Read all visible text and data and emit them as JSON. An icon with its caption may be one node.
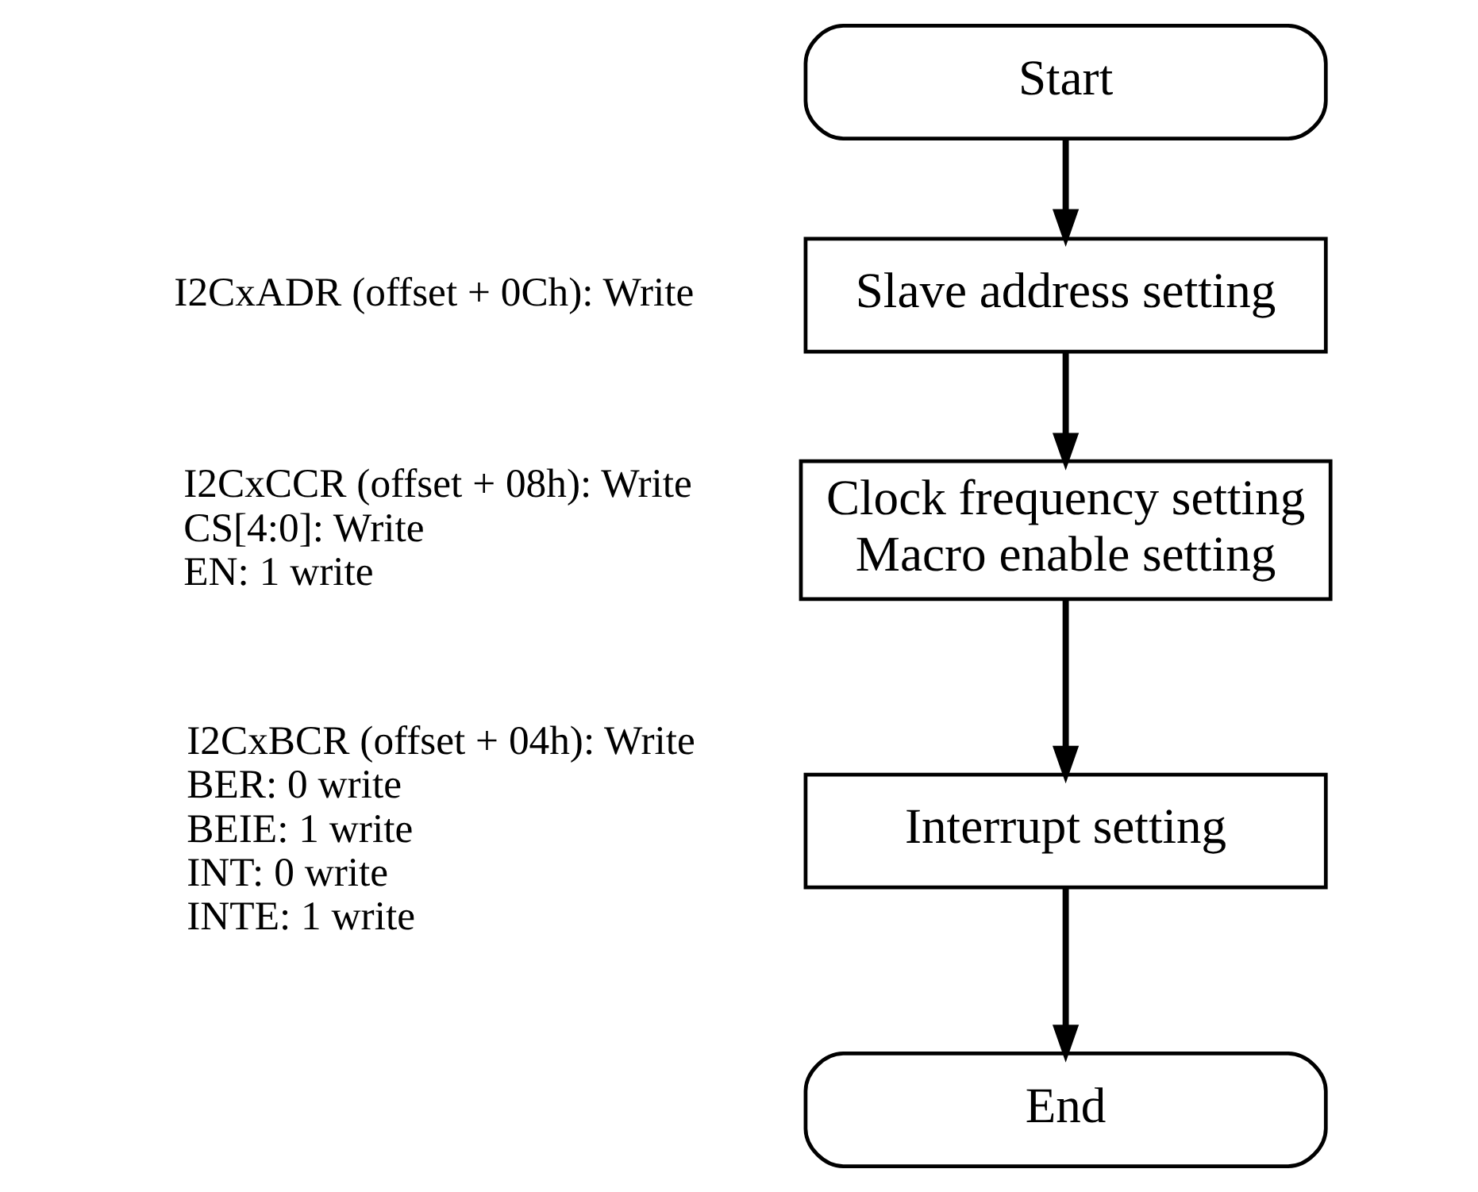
{
  "diagram": {
    "nodes": [
      {
        "text": [
          "Start"
        ]
      },
      {
        "text": [
          "Slave address setting"
        ],
        "beside": [
          "I2CxADR (offset + 0Ch): Write"
        ]
      },
      {
        "text": [
          "Clock frequency setting Macro enable setting"
        ],
        "beside": [
          "I2CxCCR (offset + 08h): Write",
          "CS[4:0]: Write",
          "EN: 1 write"
        ]
      },
      {
        "text": [
          "Interrupt setting"
        ],
        "beside": [
          "I2CxBCR (offset + 04h): Write",
          "BER: 0 write",
          "BEIE: 1 write",
          "INT: 0 write",
          "INTE: 1 write"
        ]
      },
      {
        "text": [
          "End"
        ]
      }
    ],
    "edges": [
      {
        "from": 0,
        "to": 1,
        "arrow": "to"
      },
      {
        "from": 1,
        "to": 2,
        "arrow": "to"
      },
      {
        "from": 2,
        "to": 3,
        "arrow": "to"
      },
      {
        "from": 3,
        "to": 4,
        "arrow": "to"
      }
    ]
  }
}
